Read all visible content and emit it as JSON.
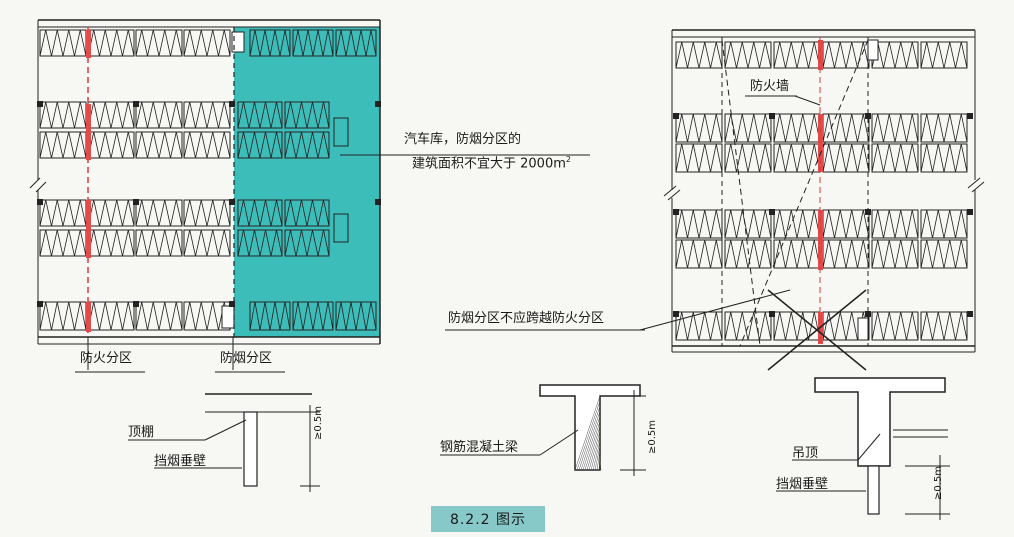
{
  "diagram": {
    "colors": {
      "smoke_zone_fill": "#3dbdb9",
      "fire_wall": "#e04b4b",
      "fire_line": "#e03a3a",
      "line": "#222222",
      "caption_bg": "#86c9c8"
    },
    "labels": {
      "garage_note_1": "汽车库，防烟分区的",
      "garage_note_2_text": "建筑面积不宜大于 2000m",
      "garage_note_2_sup": "2",
      "fire_zone": "防火分区",
      "smoke_zone": "防烟分区",
      "fire_wall": "防火墙",
      "no_cross": "防烟分区不应跨越防火分区",
      "ceiling": "顶棚",
      "smoke_curtain_1": "挡烟垂壁",
      "rc_beam": "钢筋混凝土梁",
      "suspended_ceiling": "吊顶",
      "smoke_curtain_2": "挡烟垂壁",
      "dim_1": "≥0.5m",
      "dim_2": "≥0.5m",
      "dim_3": "≥0.5m"
    },
    "caption": "8.2.2 图示"
  }
}
